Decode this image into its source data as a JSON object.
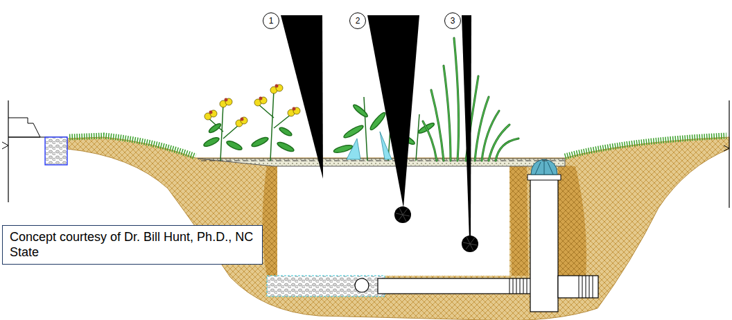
{
  "diagram": {
    "nodes": [
      {
        "text": [
          "1"
        ]
      },
      {
        "text": [
          "2"
        ]
      },
      {
        "text": [
          "3"
        ]
      },
      {
        "text": [
          "Concept courtesy of Dr. Bill Hunt, Ph.D., NC State"
        ]
      }
    ]
  }
}
